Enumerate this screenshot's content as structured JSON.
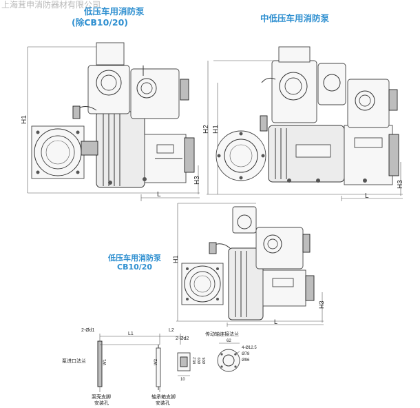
{
  "watermark": "上海茸申消防器材有限公司",
  "diagram1": {
    "title_line1": "低压车用消防泵",
    "title_line2": "(除CB10/20)",
    "dims": {
      "h1": "H1",
      "h3": "H3",
      "l": "L"
    }
  },
  "diagram2": {
    "title": "中低压车用消防泵",
    "dims": {
      "h2": "H2",
      "h1": "H1",
      "h3": "H3",
      "l": "L"
    }
  },
  "diagram3": {
    "title_line1": "低压车用消防泵",
    "title_line2": "CB10/20",
    "dims": {
      "h1": "H1",
      "h3": "H3",
      "l": "L"
    }
  },
  "mount_detail": {
    "label_2d1": "2-Ød1",
    "label_l1": "L1",
    "label_l2": "L2",
    "label_2d2": "2-Ød2",
    "label_inlet_flange": "泵进口法兰",
    "label_w1": "W1",
    "label_w2": "W2",
    "label_pump_hole_1": "泵壳支脚",
    "label_pump_hole_2": "安装孔",
    "label_bearing_hole_1": "轴承箱支脚",
    "label_bearing_hole_2": "安装孔",
    "label_10": "10",
    "label_m2": "M12",
    "label_d20": "Ø20",
    "label_d25": "Ø25"
  },
  "flange_detail": {
    "title": "传动轴连接法兰",
    "label_62": "62",
    "label_holes": "4-Ø12.5",
    "label_d78": "Ø78",
    "label_d96": "Ø96"
  }
}
